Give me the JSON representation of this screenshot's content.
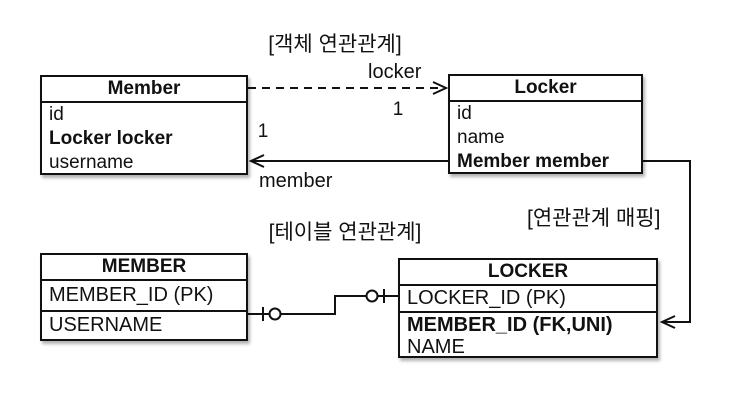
{
  "diagram": {
    "section_labels": {
      "object_association": "[객체 연관관계]",
      "table_association": "[테이블 연관관계]",
      "association_mapping": "[연관관계 매핑]"
    },
    "object_model": {
      "member_class": {
        "title": "Member",
        "fields": [
          {
            "text": "id",
            "bold": false
          },
          {
            "text": "Locker locker",
            "bold": true
          },
          {
            "text": "username",
            "bold": false
          }
        ]
      },
      "locker_class": {
        "title": "Locker",
        "fields": [
          {
            "text": "id",
            "bold": false
          },
          {
            "text": "name",
            "bold": false
          },
          {
            "text": "Member member",
            "bold": true
          }
        ]
      },
      "locker_reference": {
        "label": "locker",
        "multiplicity": "1"
      },
      "member_reference": {
        "label": "member",
        "multiplicity": "1"
      }
    },
    "table_model": {
      "member_table": {
        "title": "MEMBER",
        "rows": [
          {
            "text": "MEMBER_ID (PK)",
            "bold": false
          },
          {
            "text": "USERNAME",
            "bold": false
          }
        ]
      },
      "locker_table": {
        "title": "LOCKER",
        "rows": [
          {
            "text": "LOCKER_ID (PK)",
            "bold": false
          }
        ],
        "fk_compartment": [
          {
            "text": "MEMBER_ID (FK,UNI)",
            "bold": true
          },
          {
            "text": "NAME",
            "bold": false
          }
        ]
      }
    },
    "colors": {
      "line": "#111111",
      "background": "#ffffff",
      "text": "#111111"
    }
  }
}
